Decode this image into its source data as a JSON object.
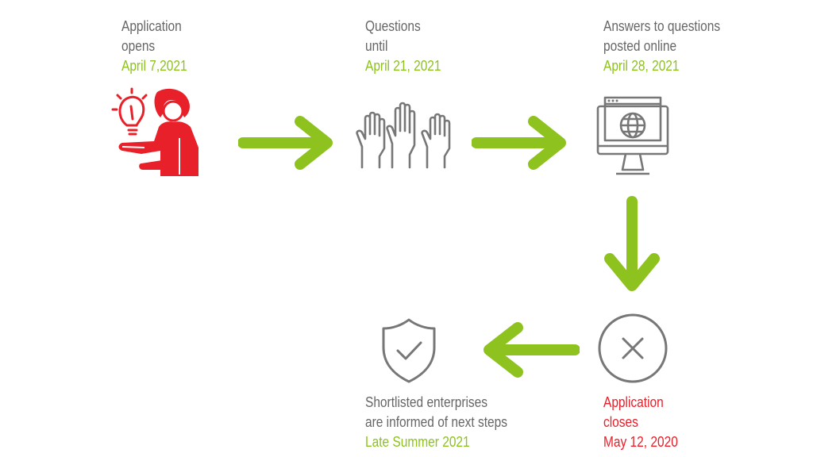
{
  "colors": {
    "accent": "#8dc21f",
    "alert": "#e8202a",
    "text": "#666666",
    "icon": "#777777"
  },
  "steps": [
    {
      "line1": "Application",
      "line2": "opens",
      "date": "April 7,2021",
      "icon": "person-lightbulb-icon"
    },
    {
      "line1": "Questions",
      "line2": "until",
      "date": "April 21, 2021",
      "icon": "raised-hands-icon"
    },
    {
      "line1": "Answers to questions",
      "line2": "posted online",
      "date": "April 28, 2021",
      "icon": "monitor-globe-icon"
    },
    {
      "line1": "Application",
      "line2": "closes",
      "date": "May 12, 2020",
      "icon": "close-circle-icon"
    },
    {
      "line1": "Shortlisted enterprises",
      "line2": "are informed of next steps",
      "date": "Late Summer 2021",
      "icon": "shield-check-icon"
    }
  ]
}
